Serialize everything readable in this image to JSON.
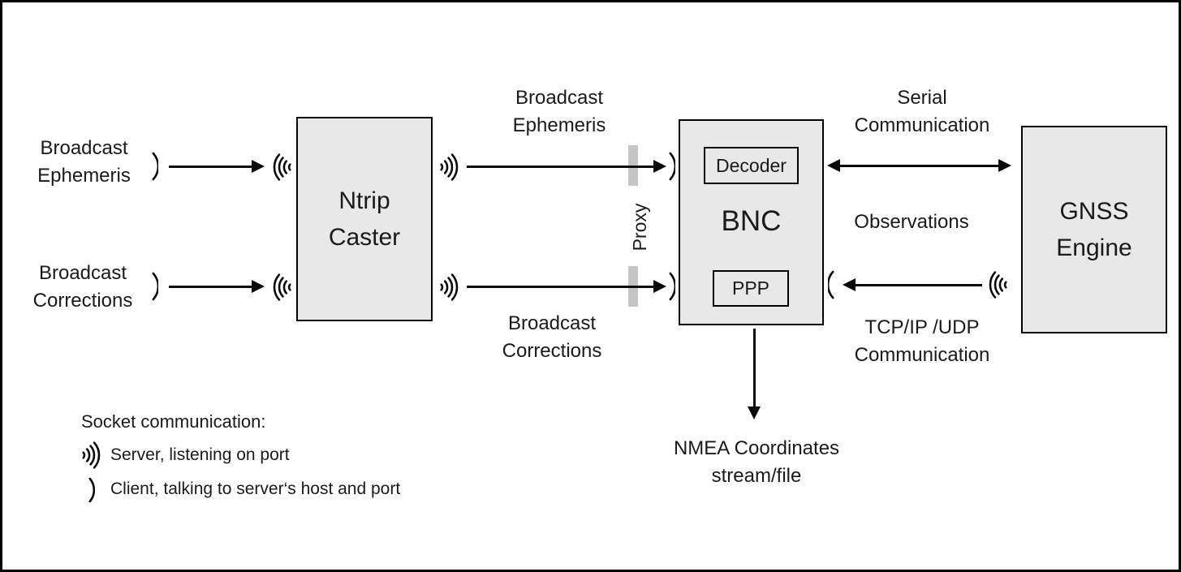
{
  "colors": {
    "background": "#ffffff",
    "box_fill": "#e8e8e8",
    "line": "#0a0a0a",
    "proxy_bar": "#c5c5c5",
    "text": "#1a1a1a"
  },
  "nodes": {
    "ntrip_caster": {
      "line1": "Ntrip",
      "line2": "Caster"
    },
    "bnc": {
      "title": "BNC",
      "decoder": "Decoder",
      "ppp": "PPP"
    },
    "gnss_engine": {
      "line1": "GNSS",
      "line2": "Engine"
    }
  },
  "labels": {
    "broadcast_ephemeris_left": {
      "line1": "Broadcast",
      "line2": "Ephemeris"
    },
    "broadcast_corrections_left": {
      "line1": "Broadcast",
      "line2": "Corrections"
    },
    "broadcast_ephemeris_mid": {
      "line1": "Broadcast",
      "line2": "Ephemeris"
    },
    "broadcast_corrections_mid": {
      "line1": "Broadcast",
      "line2": "Corrections"
    },
    "serial_communication": {
      "line1": "Serial",
      "line2": "Communication"
    },
    "observations": "Observations",
    "tcpip_udp_communication": {
      "line1": "TCP/IP /UDP",
      "line2": "Communication"
    },
    "nmea_output": {
      "line1": "NMEA Coordinates",
      "line2": "stream/file"
    },
    "proxy": "Proxy"
  },
  "legend": {
    "title": "Socket communication:",
    "server_item": "Server, listening on port",
    "client_item": "Client, talking to server‘s host and port"
  }
}
